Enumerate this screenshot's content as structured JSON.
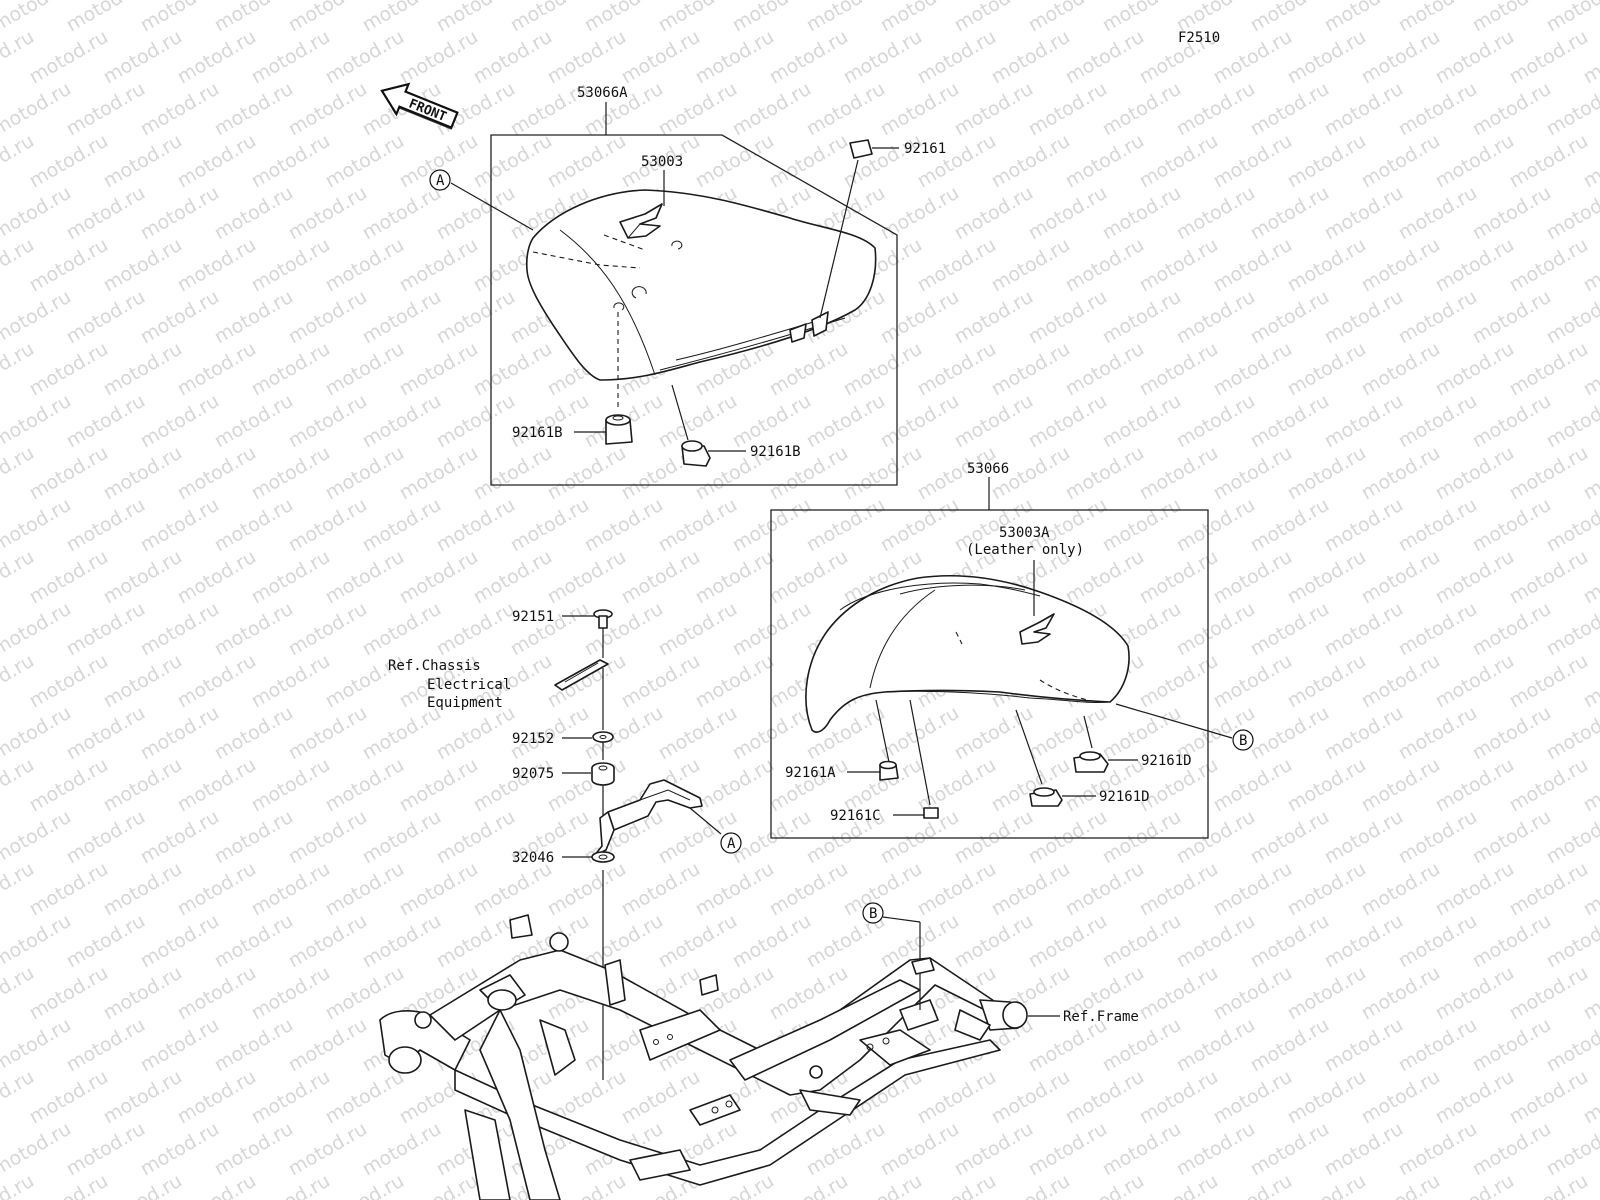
{
  "diagram_code": "F2510",
  "front_arrow_label": "FRONT",
  "watermark_text": "motod.ru",
  "refs": {
    "a": "A",
    "b": "B"
  },
  "labels": {
    "p53066A": "53066A",
    "p53003": "53003",
    "p92161": "92161",
    "p92161B_left": "92161B",
    "p92161B_right": "92161B",
    "p53066": "53066",
    "p53003A": "53003A",
    "p53003A_note": "(Leather only)",
    "p92161A": "92161A",
    "p92161C": "92161C",
    "p92161D_upper": "92161D",
    "p92161D_lower": "92161D",
    "p92151": "92151",
    "ref_chassis_1": "Ref.Chassis",
    "ref_chassis_2": "Electrical",
    "ref_chassis_3": "Equipment",
    "p92152": "92152",
    "p92075": "92075",
    "p32046": "32046",
    "ref_frame": "Ref.Frame"
  }
}
